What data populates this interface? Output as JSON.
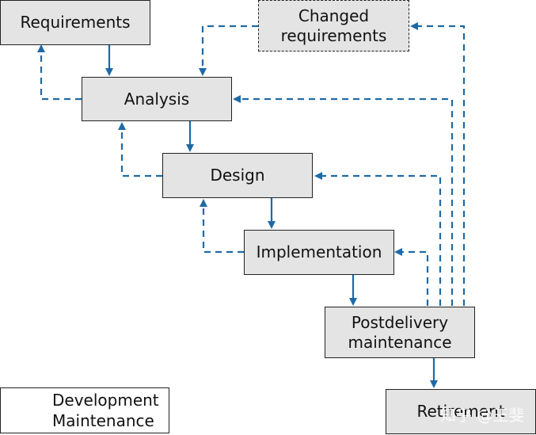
{
  "boxes": {
    "requirements": "Requirements",
    "changed_requirements_line1": "Changed",
    "changed_requirements_line2": "requirements",
    "analysis": "Analysis",
    "design": "Design",
    "implementation": "Implementation",
    "postdelivery_line1": "Postdelivery",
    "postdelivery_line2": "maintenance",
    "retirement": "Retirement"
  },
  "legend": {
    "development": "Development",
    "maintenance": "Maintenance"
  },
  "watermark": "知乎 @王斐",
  "colors": {
    "arrow": "#1f6aa5",
    "box_fill": "#e4e4e4",
    "border": "#222222"
  }
}
